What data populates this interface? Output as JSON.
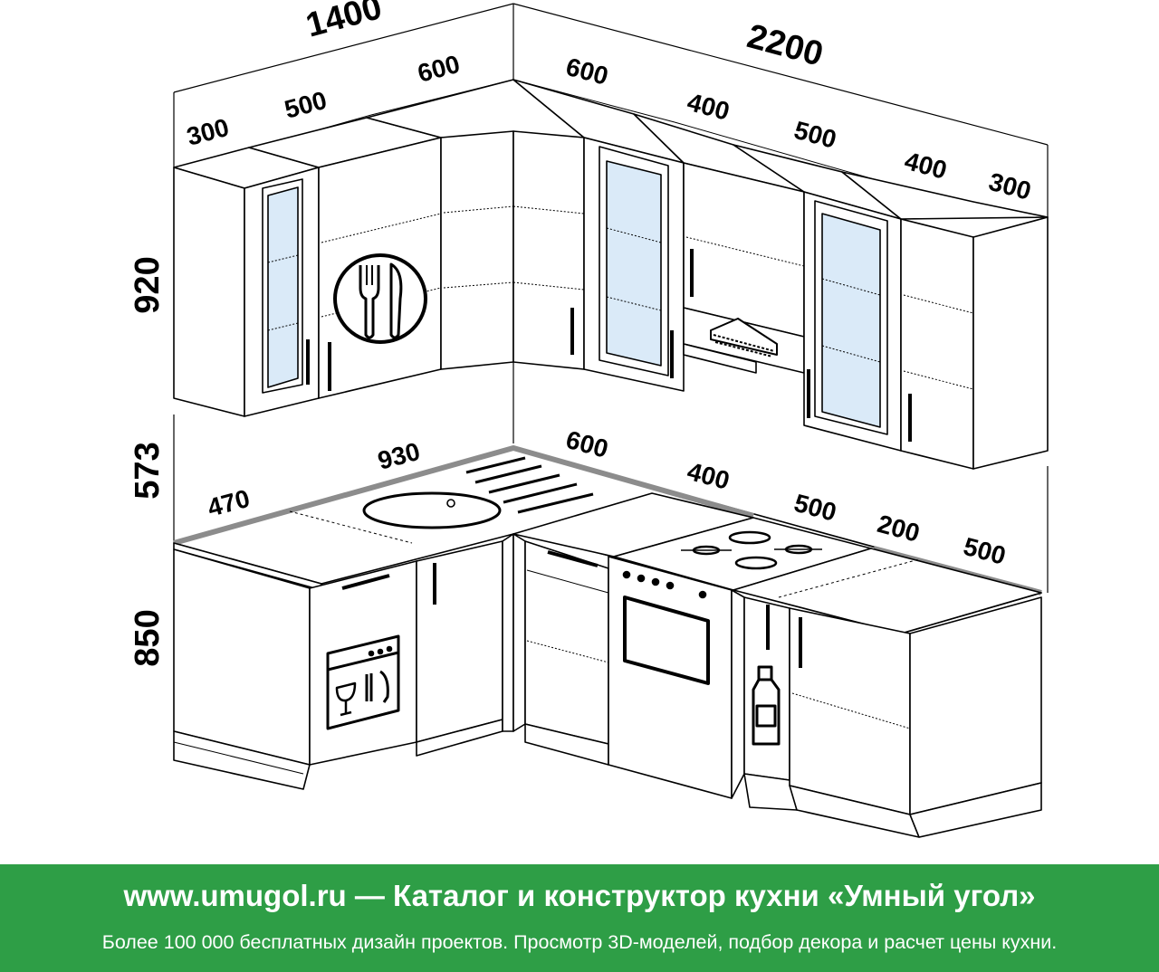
{
  "dimensions": {
    "top_total_left": "1400",
    "top_total_right": "2200",
    "upper_left_300": "300",
    "upper_left_500": "500",
    "upper_corner_left_600": "600",
    "upper_corner_right_600": "600",
    "upper_right_400a": "400",
    "upper_right_500": "500",
    "upper_right_400b": "400",
    "upper_right_300": "300",
    "height_upper": "920",
    "height_gap": "573",
    "height_base": "850",
    "base_470": "470",
    "base_930": "930",
    "base_600": "600",
    "base_400": "400",
    "base_500a": "500",
    "base_200": "200",
    "base_500b": "500"
  },
  "icons": {
    "cutlery": "cutlery-plate-icon",
    "dishwasher": "dishwasher-icon",
    "bottle": "bottle-icon",
    "hood": "range-hood-icon",
    "sink": "sink-icon",
    "hob": "gas-hob-icon",
    "oven": "oven-icon"
  },
  "colors": {
    "line": "#000000",
    "counter_edge": "#8c8c8c",
    "glass": "#daeaf8",
    "banner": "#2e9e46",
    "banner_text": "#ffffff"
  },
  "banner": {
    "title": "www.umugol.ru — Каталог и конструктор кухни «Умный угол»",
    "subtitle": "Более 100 000 бесплатных дизайн проектов. Просмотр 3D-моделей, подбор декора и расчет цены кухни."
  }
}
